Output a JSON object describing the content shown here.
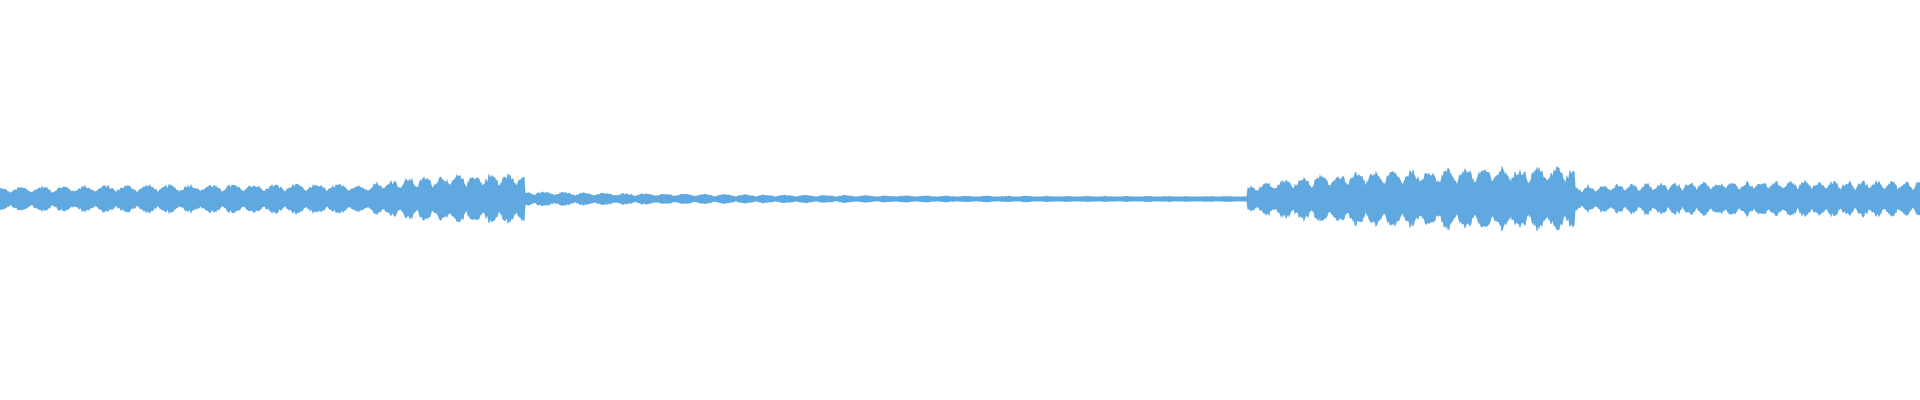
{
  "waveform": {
    "color": "#5fa8e0",
    "background": "#ffffff",
    "segments": [
      {
        "start": 0.0,
        "end": 0.187,
        "attack": 0.15,
        "decay": 0.2,
        "beats": 17
      },
      {
        "start": 0.187,
        "end": 0.273,
        "attack": 0.17,
        "decay": 0.35,
        "beats": 10
      },
      {
        "start": 0.273,
        "end": 0.65,
        "attack": 0.1,
        "decay": 0.03,
        "beats": 36
      },
      {
        "start": 0.65,
        "end": 0.82,
        "attack": 0.17,
        "decay": 0.45,
        "beats": 18
      },
      {
        "start": 0.82,
        "end": 1.0,
        "attack": 0.17,
        "decay": 0.25,
        "beats": 24
      }
    ]
  }
}
